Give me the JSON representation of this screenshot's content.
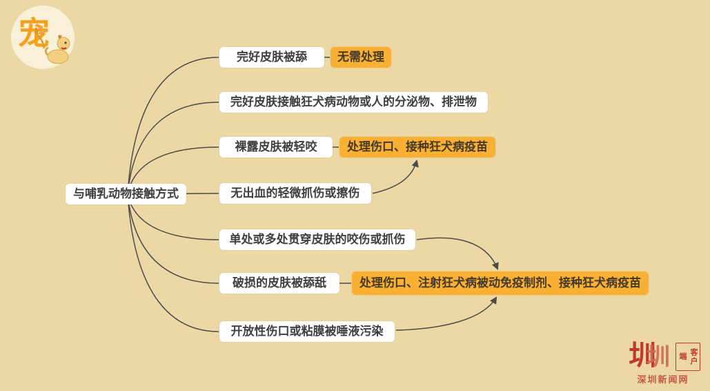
{
  "colors": {
    "background": "#ecd8a5",
    "node_background": "#ffffff",
    "accent_background": "#f9b033",
    "node_text": "#3f3f3f",
    "connector_line": "#4a4a4a",
    "news_logo_red": "#bf3a2b",
    "pet_logo_orange": "#f5a01e"
  },
  "pet_logo": {
    "character": "宠"
  },
  "mindmap": {
    "root": "与哺乳动物接触方式",
    "branches": [
      {
        "label": "完好皮肤被舔",
        "result": "无需处理"
      },
      {
        "label": "完好皮肤接触狂犬病动物或人的分泌物、排泄物"
      },
      {
        "label": "裸露皮肤被轻咬",
        "result": "处理伤口、接种狂犬病疫苗"
      },
      {
        "label": "无出血的轻微抓伤或擦伤"
      },
      {
        "label": "单处或多处贯穿皮肤的咬伤或抓伤"
      },
      {
        "label": "破损的皮肤被舔舐",
        "result": "处理伤口、注射狂犬病被动免疫制剂、接种狂犬病疫苗"
      },
      {
        "label": "开放性伤口或粘膜被唾液污染"
      }
    ]
  },
  "watermark": {
    "mark": "圳",
    "client": "客户端",
    "site": "深圳新闻网"
  }
}
